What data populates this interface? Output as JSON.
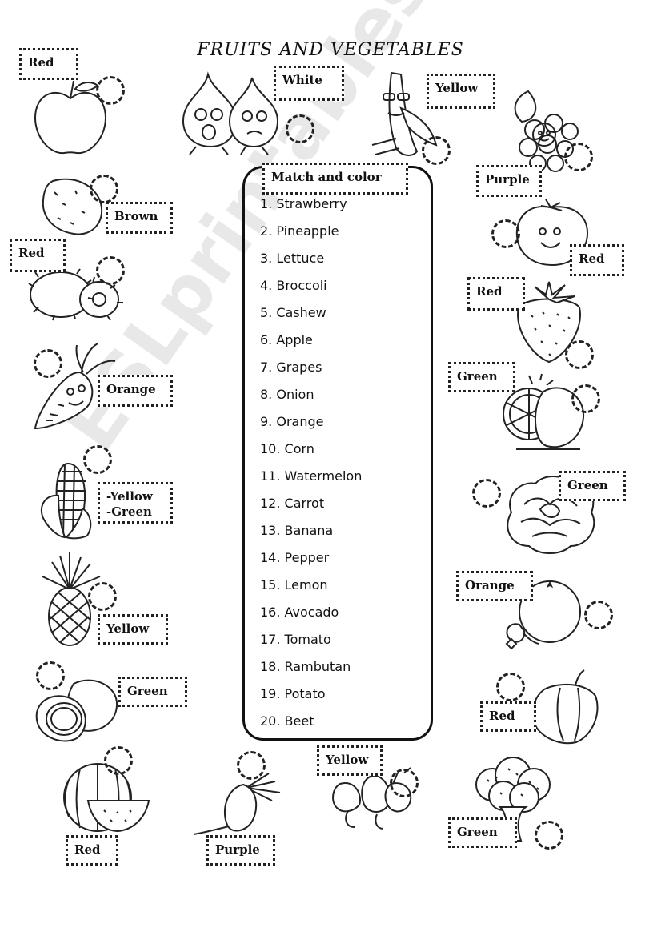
{
  "title": "FRUITS AND VEGETABLES",
  "list": {
    "header": "Match and color",
    "items": [
      "1. Strawberry",
      "2. Pineapple",
      "3. Lettuce",
      "4. Broccoli",
      "5. Cashew",
      "6. Apple",
      "7. Grapes",
      "8. Onion",
      "9. Orange",
      "10. Corn",
      "11. Watermelon",
      "12. Carrot",
      "13. Banana",
      "14. Pepper",
      "15. Lemon",
      "16. Avocado",
      "17. Tomato",
      "18. Rambutan",
      "19. Potato",
      "20. Beet"
    ]
  },
  "labels": {
    "apple": "Red",
    "onion": "White",
    "banana": "Yellow",
    "grapes": "Purple",
    "potato": "Brown",
    "tomato": "Red",
    "rambutan": "Red",
    "strawberry": "Red",
    "carrot": "Orange",
    "lemon": "Green",
    "corn_line1": "-Yellow",
    "corn_line2": "-Green",
    "lettuce": "Green",
    "orange": "Orange",
    "pineapple": "Yellow",
    "avocado": "Green",
    "pepper": "Red",
    "cashew": "Yellow",
    "watermelon": "Red",
    "beet": "Purple",
    "broccoli": "Green"
  },
  "watermark": "ESLprintables.com"
}
